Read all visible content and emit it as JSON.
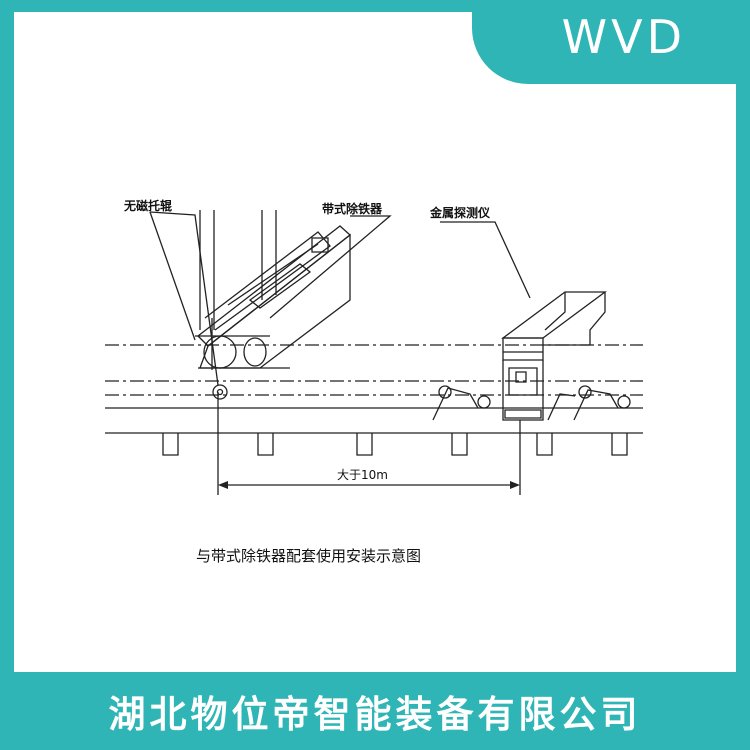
{
  "brand": {
    "logo": "WVD",
    "accent": "#2fb5b5"
  },
  "diagram": {
    "labels": {
      "roller": "无磁托辊",
      "separator": "带式除铁器",
      "detector": "金属探测仪",
      "distance": "大于10m"
    },
    "caption": "与带式除铁器配套使用安装示意图"
  },
  "footer": {
    "company": "湖北物位帝智能装备有限公司"
  }
}
